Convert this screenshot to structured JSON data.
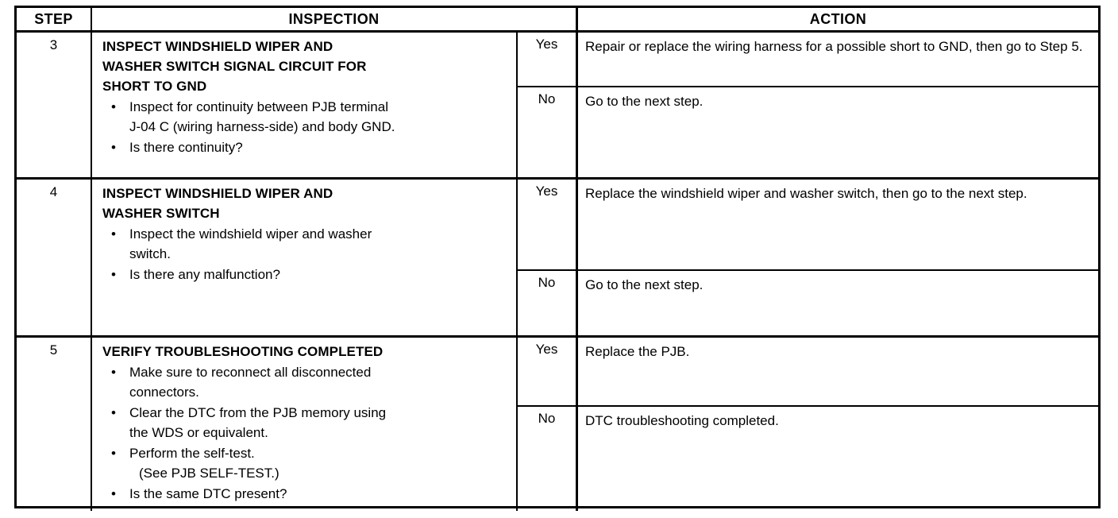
{
  "table": {
    "headers": {
      "step": "STEP",
      "inspection": "INSPECTION",
      "action": "ACTION"
    },
    "rows": [
      {
        "step": "3",
        "title_lines": [
          "INSPECT WINDSHIELD WIPER AND",
          "WASHER SWITCH SIGNAL CIRCUIT FOR",
          "SHORT TO GND"
        ],
        "bullets": [
          {
            "lines": [
              "Inspect for continuity between PJB terminal",
              "J-04 C (wiring harness-side) and body GND."
            ]
          },
          {
            "lines": [
              "Is there continuity?"
            ]
          }
        ],
        "answers": [
          {
            "label": "Yes",
            "text": "Repair or replace the wiring harness for a possible short to GND, then go to Step 5."
          },
          {
            "label": "No",
            "text": "Go to the next step."
          }
        ]
      },
      {
        "step": "4",
        "title_lines": [
          "INSPECT WINDSHIELD WIPER AND",
          "WASHER SWITCH"
        ],
        "bullets": [
          {
            "lines": [
              "Inspect the windshield wiper and washer",
              "switch."
            ]
          },
          {
            "lines": [
              "Is there any malfunction?"
            ]
          }
        ],
        "answers": [
          {
            "label": "Yes",
            "text": "Replace the windshield wiper and washer switch, then go to the next step."
          },
          {
            "label": "No",
            "text": "Go to the next step."
          }
        ]
      },
      {
        "step": "5",
        "title_lines": [
          "VERIFY TROUBLESHOOTING COMPLETED"
        ],
        "bullets": [
          {
            "lines": [
              "Make sure to reconnect all disconnected",
              "connectors."
            ]
          },
          {
            "lines": [
              "Clear the DTC from the PJB memory using",
              "the WDS or equivalent."
            ]
          },
          {
            "lines": [
              "Perform the self-test.",
              "(See PJB SELF-TEST.)"
            ],
            "indent_continuation": true
          },
          {
            "lines": [
              "Is the same DTC present?"
            ]
          }
        ],
        "answers": [
          {
            "label": "Yes",
            "text": "Replace the PJB."
          },
          {
            "label": "No",
            "text": "DTC troubleshooting completed."
          }
        ]
      }
    ],
    "bullet_glyph": "•"
  },
  "layout": {
    "step_block_tops": [
      0,
      185,
      384
    ],
    "step_block_heights": [
      185,
      199,
      218
    ],
    "answer_splits": [
      69,
      115,
      87
    ]
  },
  "colors": {
    "border": "#000000",
    "background": "#ffffff",
    "text": "#000000"
  }
}
